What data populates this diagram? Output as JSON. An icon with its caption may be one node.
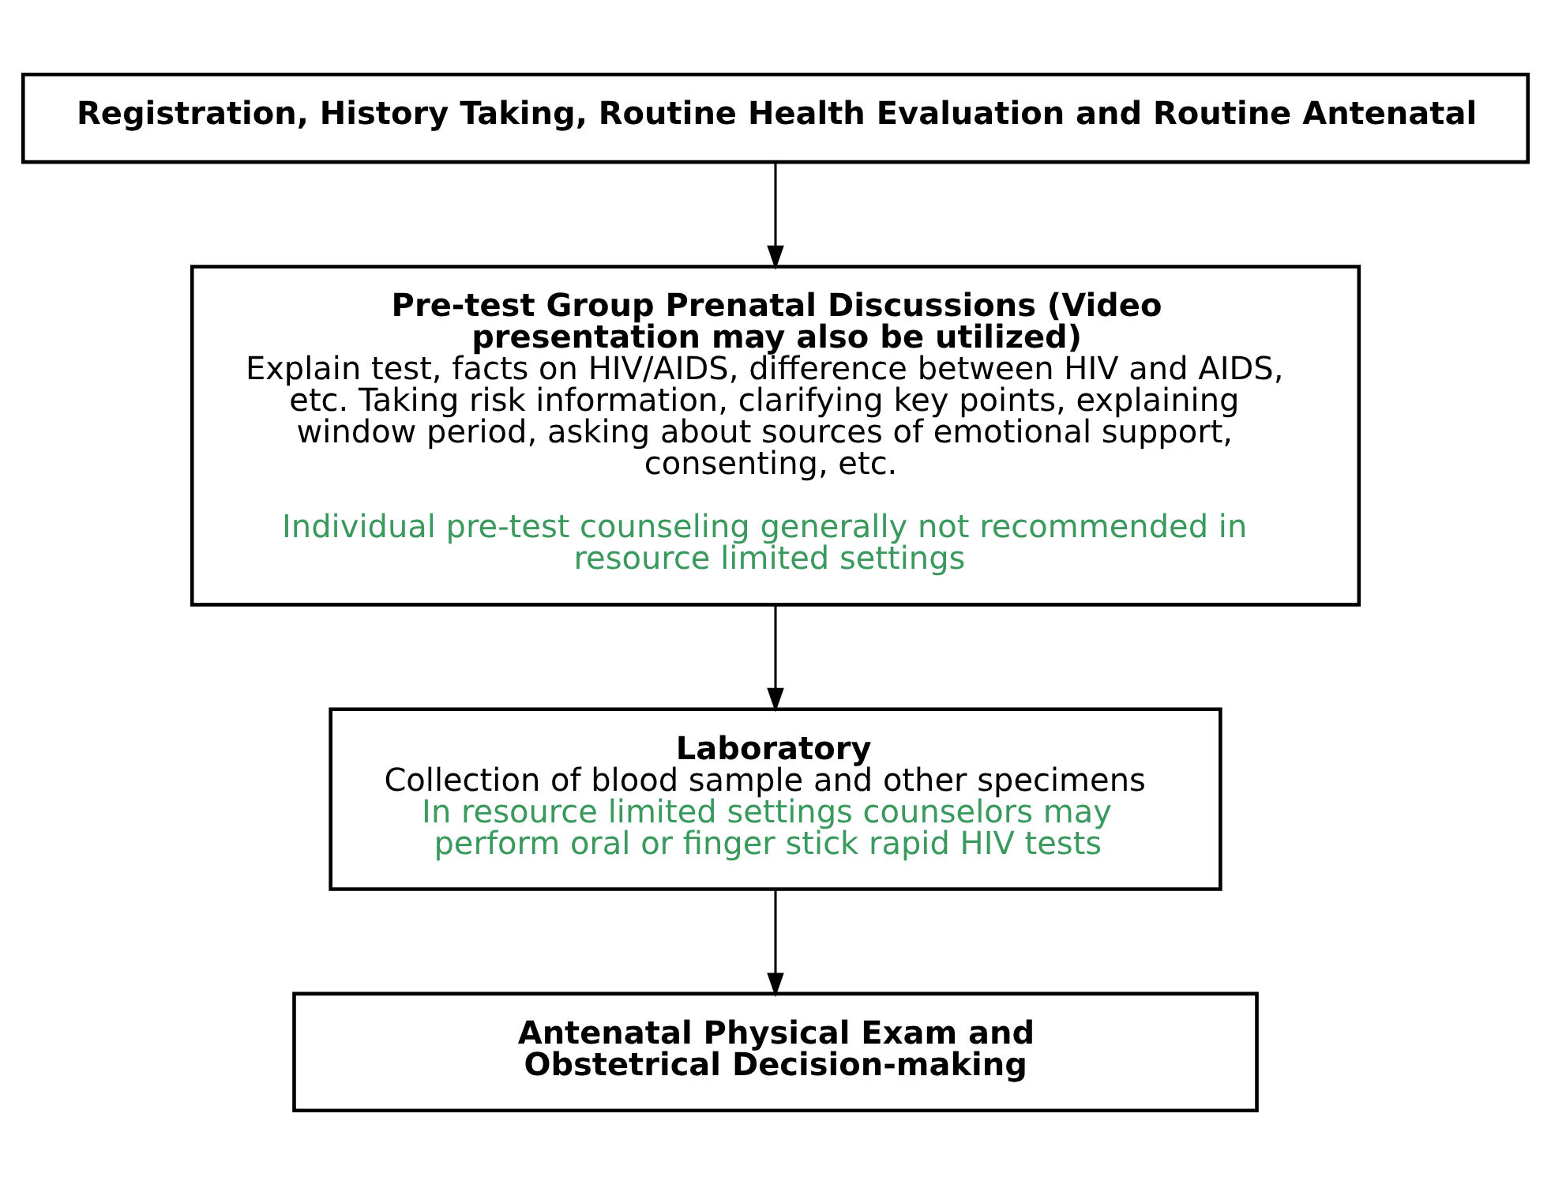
{
  "diagram": {
    "nodes": [
      {
        "text": [
          "Registration, History Taking, Routine Health Evaluation and Routine Antenatal"
        ]
      },
      {
        "text": [
          "Pre-test Group Prenatal Discussions (Video presentation may also be utilized)",
          "Explain test, facts on HIV/AIDS, difference between HIV and AIDS, etc. Taking risk information, clarifying key points, explaining window period, asking about sources of emotional support, consenting, etc.",
          "Individual pre-test counseling generally not recommended in resource limited settings"
        ]
      },
      {
        "text": [
          "Laboratory",
          "Collection of blood sample and other specimens",
          "In resource limited settings counselors may perform oral or finger stick rapid HIV tests"
        ]
      },
      {
        "text": [
          "Antenatal Physical Exam and Obstetrical Decision-making"
        ]
      }
    ],
    "edges": [
      {
        "from": 0,
        "to": 1,
        "arrow": "to"
      },
      {
        "from": 1,
        "to": 2,
        "arrow": "to"
      },
      {
        "from": 2,
        "to": 3,
        "arrow": "to"
      }
    ]
  }
}
